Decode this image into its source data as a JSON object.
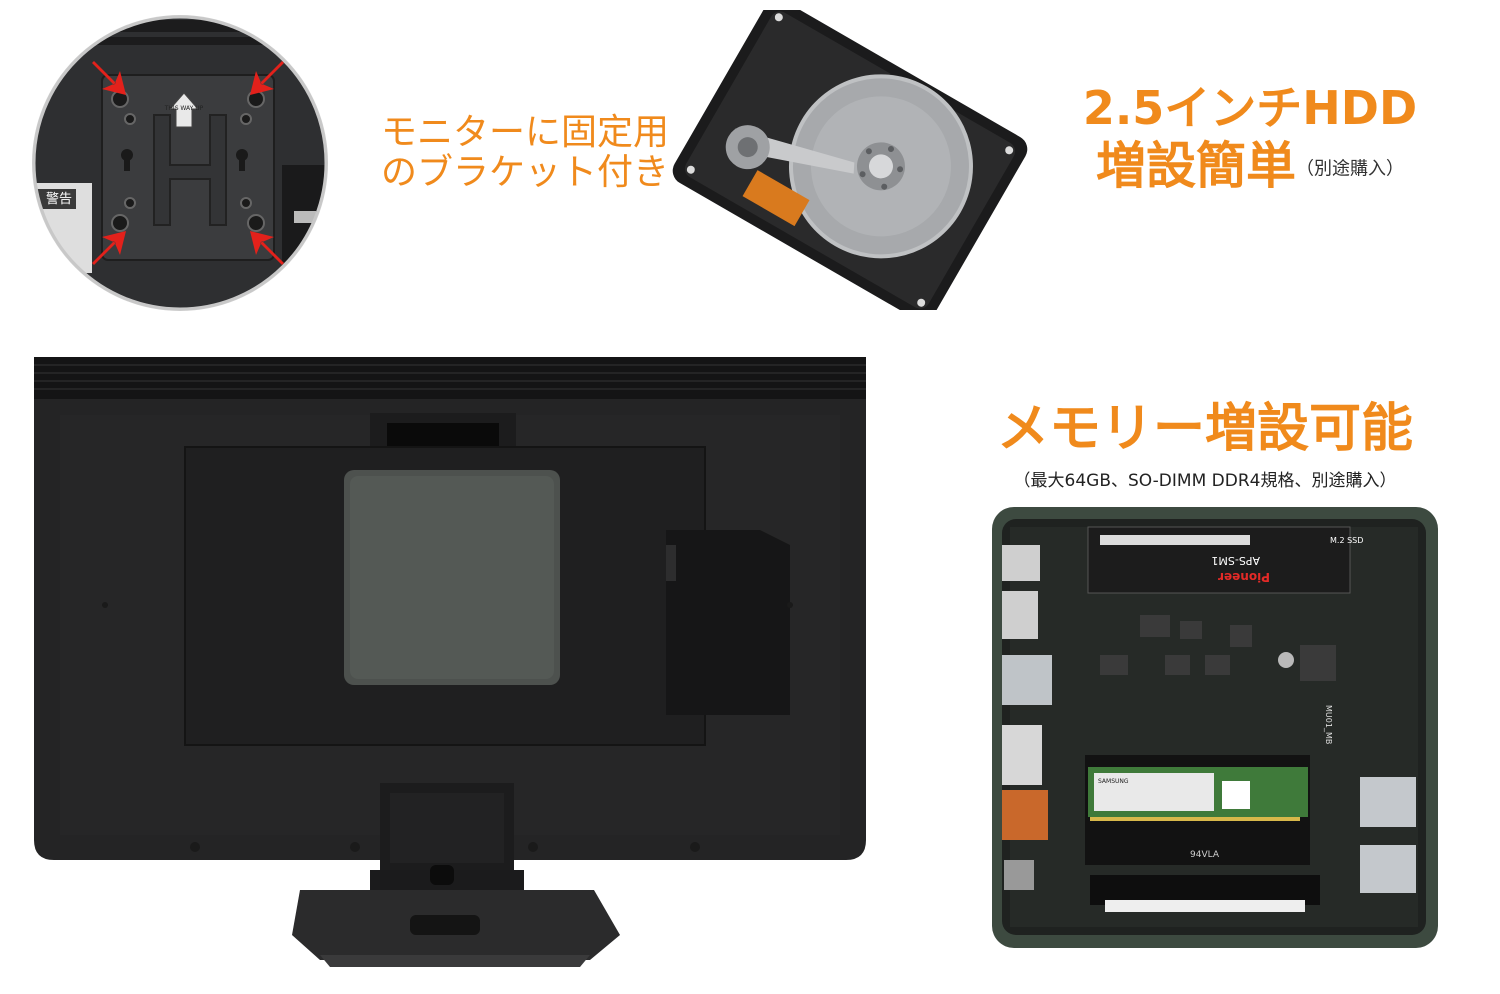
{
  "captions": {
    "bracket": {
      "line1": "モニターに固定用",
      "line2": "のブラケット付き"
    },
    "hdd": {
      "line1": "2.5インチHDD",
      "line2": "増設簡単",
      "note": "（別途購入）"
    },
    "memory": {
      "line1": "メモリー増設可能",
      "note": "（最大64GB、SO-DIMM DDR4規格、別途購入）"
    }
  },
  "photo_text": {
    "bracket_sticker": "THIS WAY UP",
    "warning": "警告",
    "ssd_brand": "Pioneer",
    "ssd_model": "APS-SM1",
    "ssd_form": "M.2 SSD",
    "ram_brand": "SAMSUNG",
    "board_label": "MU01_MB",
    "ram_slot_mark": "94VLA"
  },
  "colors": {
    "caption_accent": "#f08a1c",
    "monitor_body": "#202020",
    "board_green": "#3a4a3c"
  }
}
